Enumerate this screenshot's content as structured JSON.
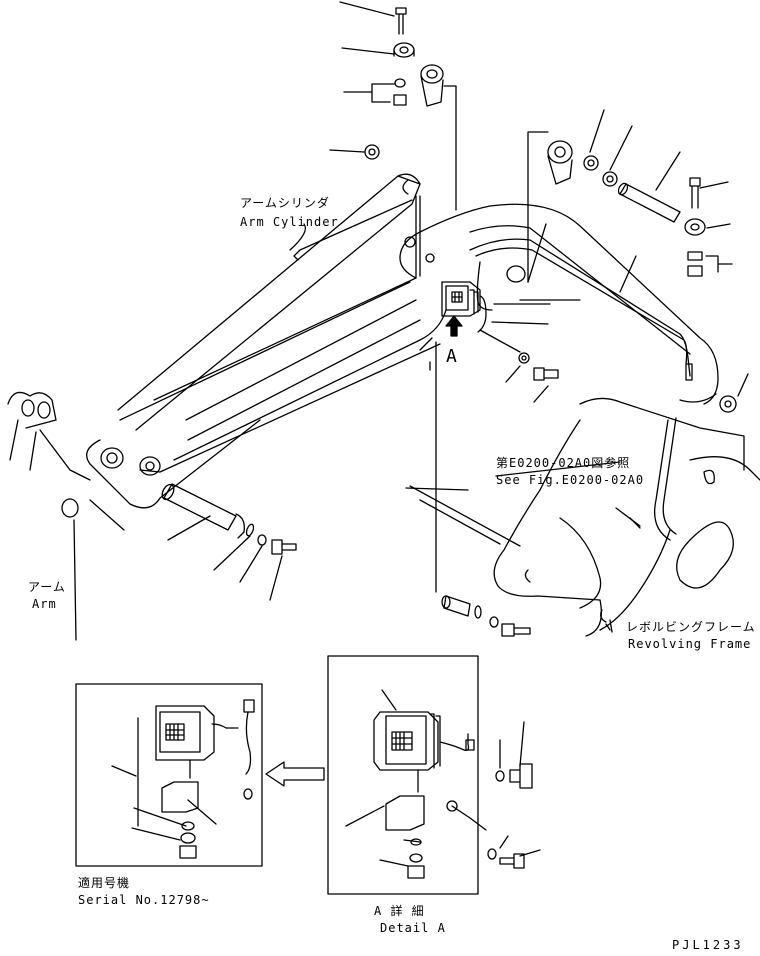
{
  "labels": {
    "arm_cylinder_jp": "アームシリンダ",
    "arm_cylinder_en": "Arm Cylinder",
    "arm_jp": "アーム",
    "arm_en": "Arm",
    "see_fig_jp": "第E0200-02A0図参照",
    "see_fig_en": "See Fig.E0200-02A0",
    "revolving_frame_jp": "レボルビングフレーム",
    "revolving_frame_en": "Revolving Frame",
    "view_marker": "A",
    "serial_jp": "適用号機",
    "serial_en": "Serial No.12798~",
    "detail_jp": "A 詳 細",
    "detail_en": "Detail A",
    "drawing_code": "PJL1233"
  },
  "colors": {
    "ink": "#000000",
    "paper": "#ffffff"
  }
}
